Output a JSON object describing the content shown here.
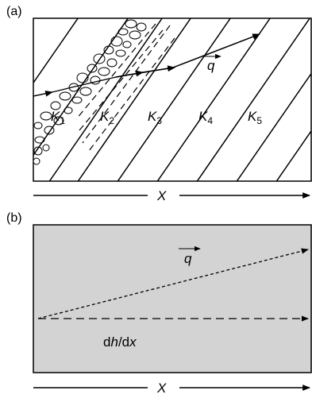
{
  "panel_a": {
    "label": "(a)",
    "layers": [
      {
        "name": "K",
        "sub": "1"
      },
      {
        "name": "K",
        "sub": "2"
      },
      {
        "name": "K",
        "sub": "3"
      },
      {
        "name": "K",
        "sub": "4"
      },
      {
        "name": "K",
        "sub": "5"
      }
    ],
    "flux_label": "q",
    "axis_label": "X"
  },
  "panel_b": {
    "label": "(b)",
    "flux_label": "q",
    "gradient_label": {
      "d1": "d",
      "h": "h",
      "mid": "/d",
      "x": "x"
    },
    "axis_label": "X",
    "fill_color": "#d3d3d3"
  }
}
